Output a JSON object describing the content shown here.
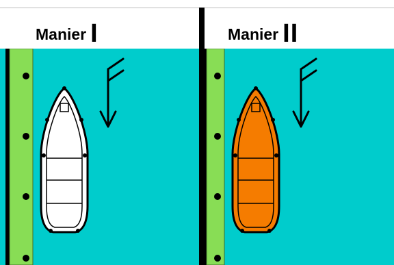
{
  "panels": [
    {
      "id": "manier-1",
      "title": "Manier",
      "numeral": "I",
      "boat_color": "#ffffff"
    },
    {
      "id": "manier-2",
      "title": "Manier",
      "numeral": "II",
      "boat_color": "#f57c00"
    }
  ],
  "colors": {
    "water": "#00cccc",
    "quay": "#88dd55",
    "divider": "#000000"
  },
  "icons": {
    "wind": "wind-arrow-icon",
    "bollard": "bollard-icon",
    "boat": "boat-icon"
  }
}
